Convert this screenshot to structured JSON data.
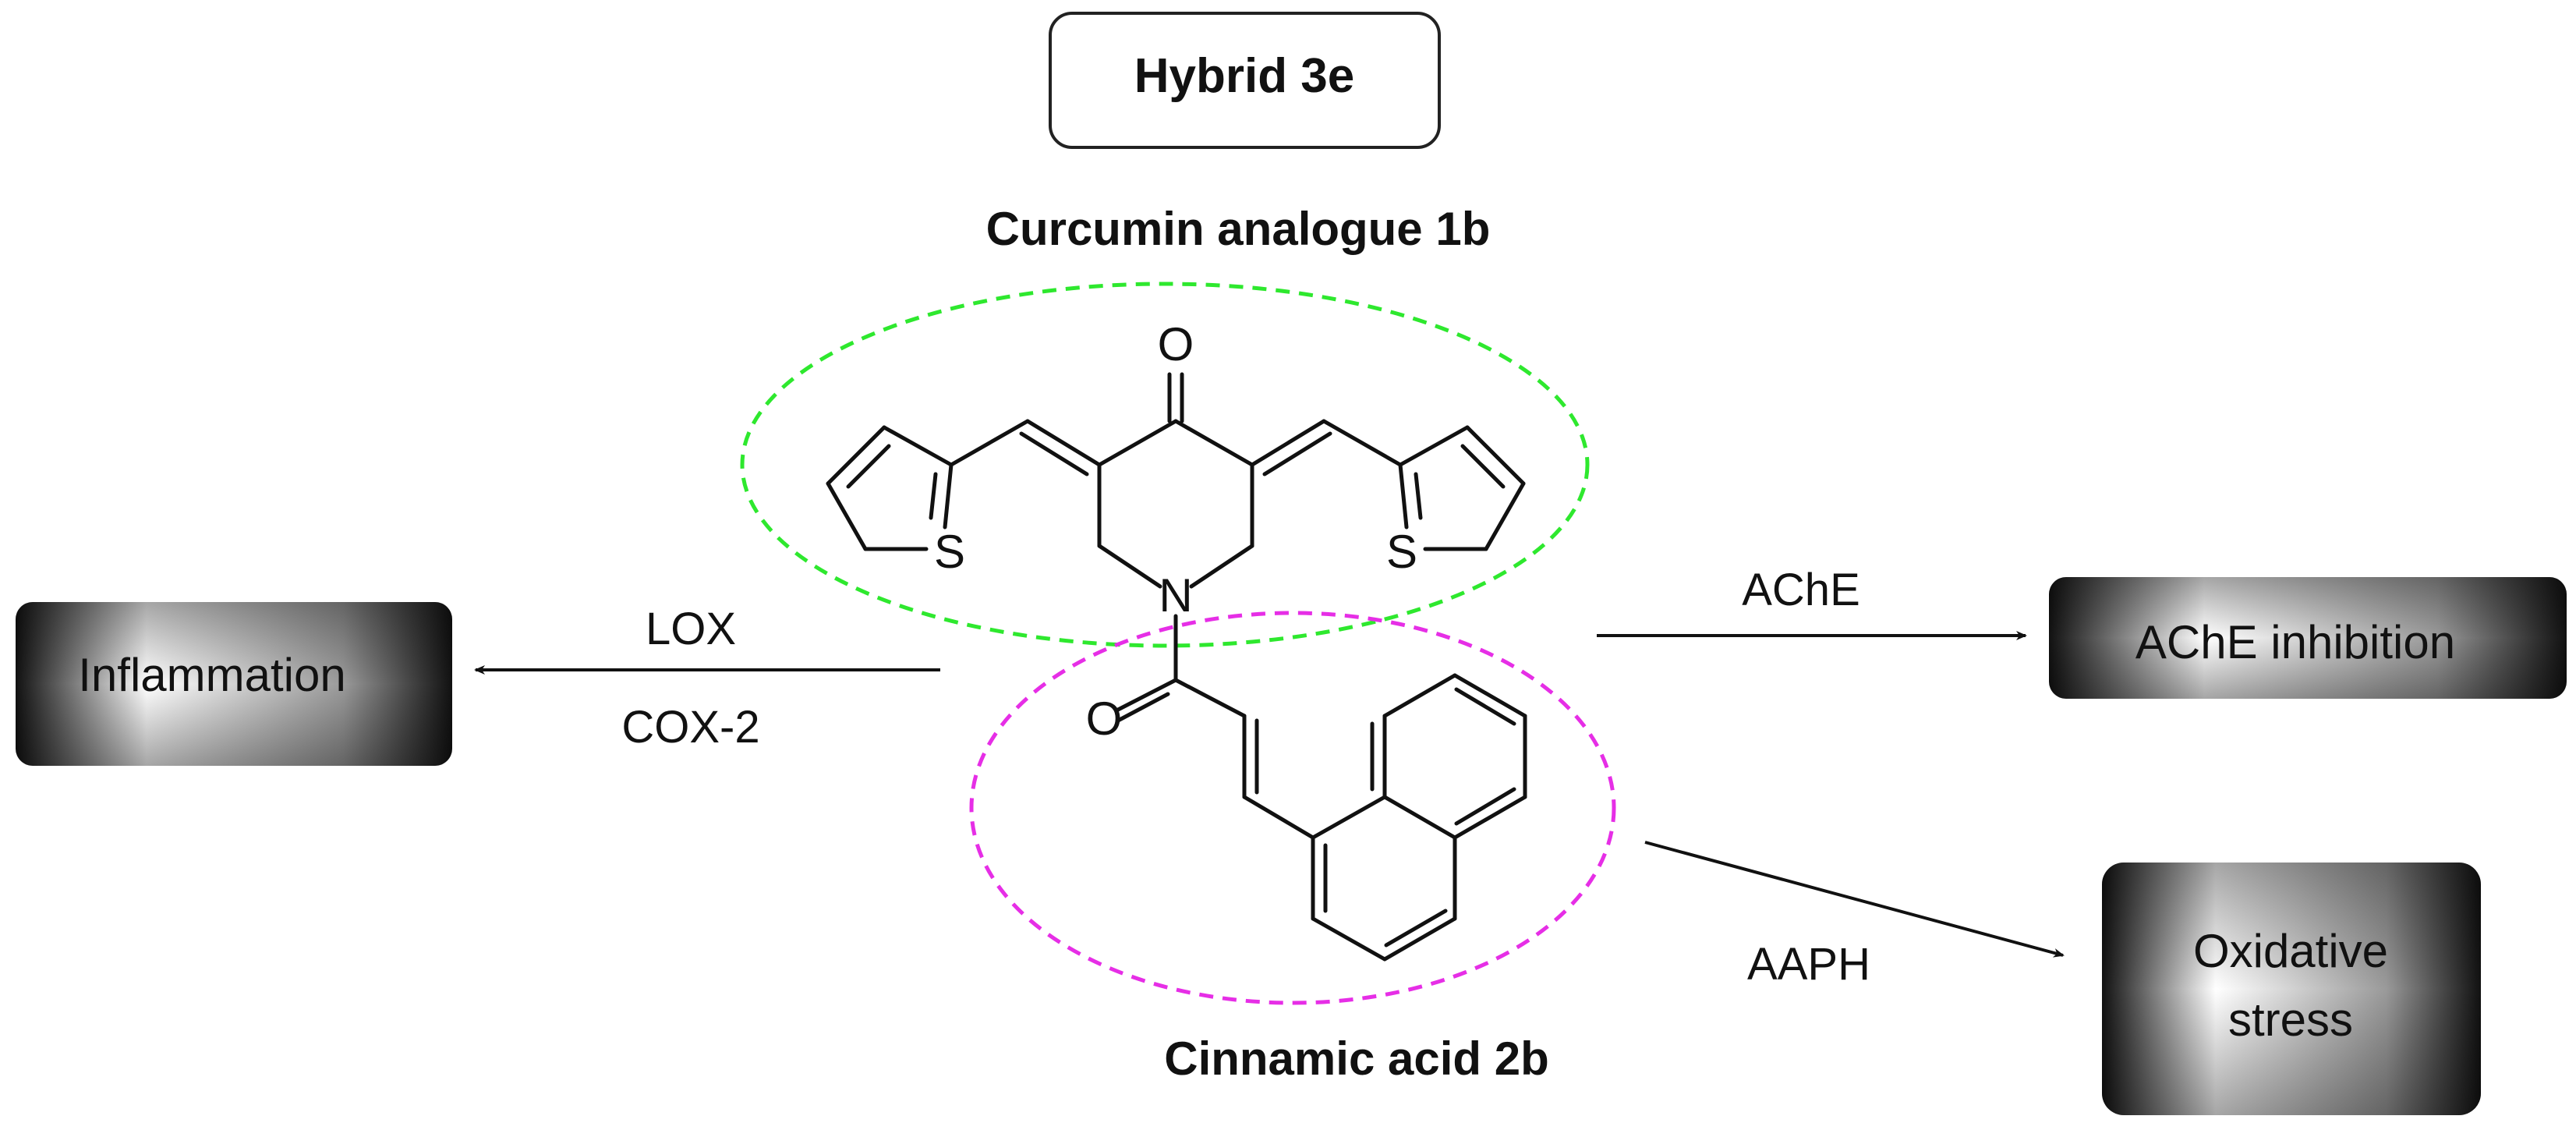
{
  "title_box": "Hybrid 3e",
  "labels": {
    "curcumin": "Curcumin analogue 1b",
    "cinnamic": "Cinnamic acid 2b"
  },
  "atoms": {
    "ketone_oxygen": "O",
    "nitrogen": "N",
    "amide_oxygen": "O",
    "sulfur_left": "S",
    "sulfur_right": "S"
  },
  "arrows": {
    "left_top": "LOX",
    "left_bottom": "COX-2",
    "right_top": "AChE",
    "bottom_right": "AAPH"
  },
  "outcomes": {
    "inflammation": "Inflammation",
    "ache_inhibition": "AChE inhibition",
    "oxidative_line1": "Oxidative",
    "oxidative_line2": "stress"
  },
  "colors": {
    "curcumin_ellipse": "#2ee82e",
    "cinnamic_ellipse": "#e62ee6"
  }
}
